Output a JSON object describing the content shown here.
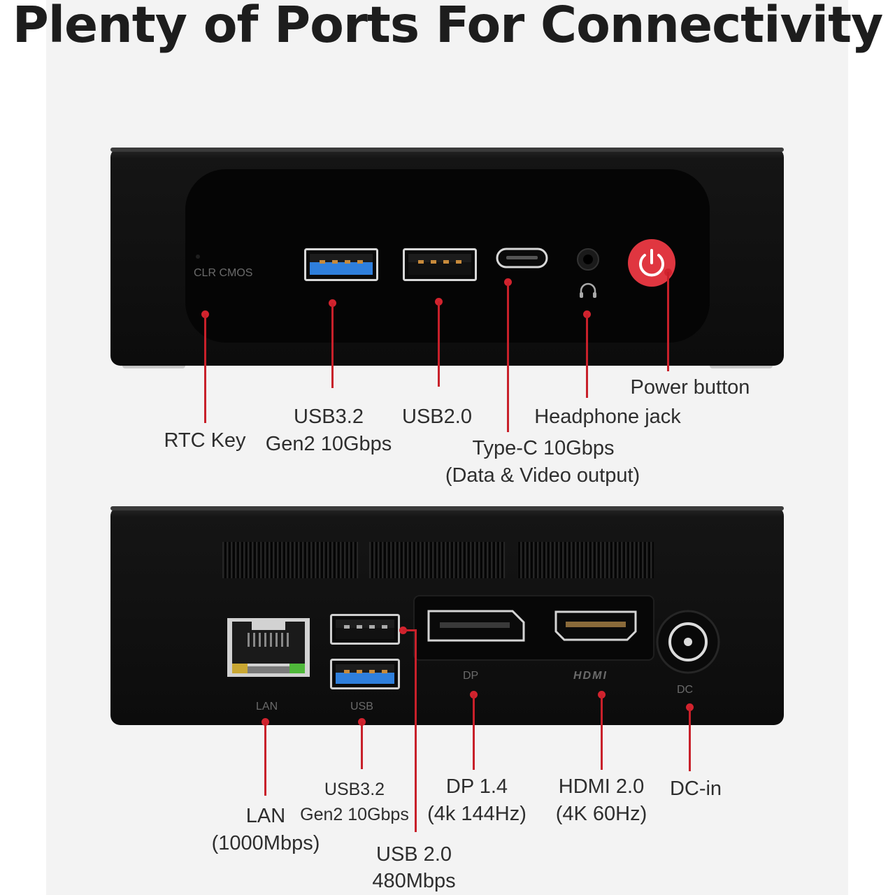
{
  "title": "Plenty of Ports For Connectivity",
  "front": {
    "silkscreen": {
      "clr_cmos": "CLR  CMOS"
    },
    "labels": {
      "rtc_key": "RTC Key",
      "usb32_line1": "USB3.2",
      "usb32_line2": "Gen2 10Gbps",
      "usb20": "USB2.0",
      "typec_line1": "Type-C 10Gbps",
      "typec_line2": "(Data & Video output)",
      "headphone": "Headphone jack",
      "power": "Power button"
    }
  },
  "rear": {
    "silkscreen": {
      "lan": "LAN",
      "usb": "USB",
      "dp": "DP",
      "hdmi": "HDMI",
      "dc": "DC"
    },
    "labels": {
      "lan_line1": "LAN",
      "lan_line2": "(1000Mbps)",
      "usb32_line1": "USB3.2",
      "usb32_line2": "Gen2 10Gbps",
      "usb20_line1": "USB 2.0",
      "usb20_line2": "480Mbps",
      "dp_line1": "DP 1.4",
      "dp_line2": "(4k 144Hz)",
      "hdmi_line1": "HDMI 2.0",
      "hdmi_line2": "(4K 60Hz)",
      "dc_in": "DC-in"
    }
  },
  "colors": {
    "accent_red": "#d2232e",
    "usb3_blue": "#2f7fdc",
    "body_black": "#111111"
  }
}
